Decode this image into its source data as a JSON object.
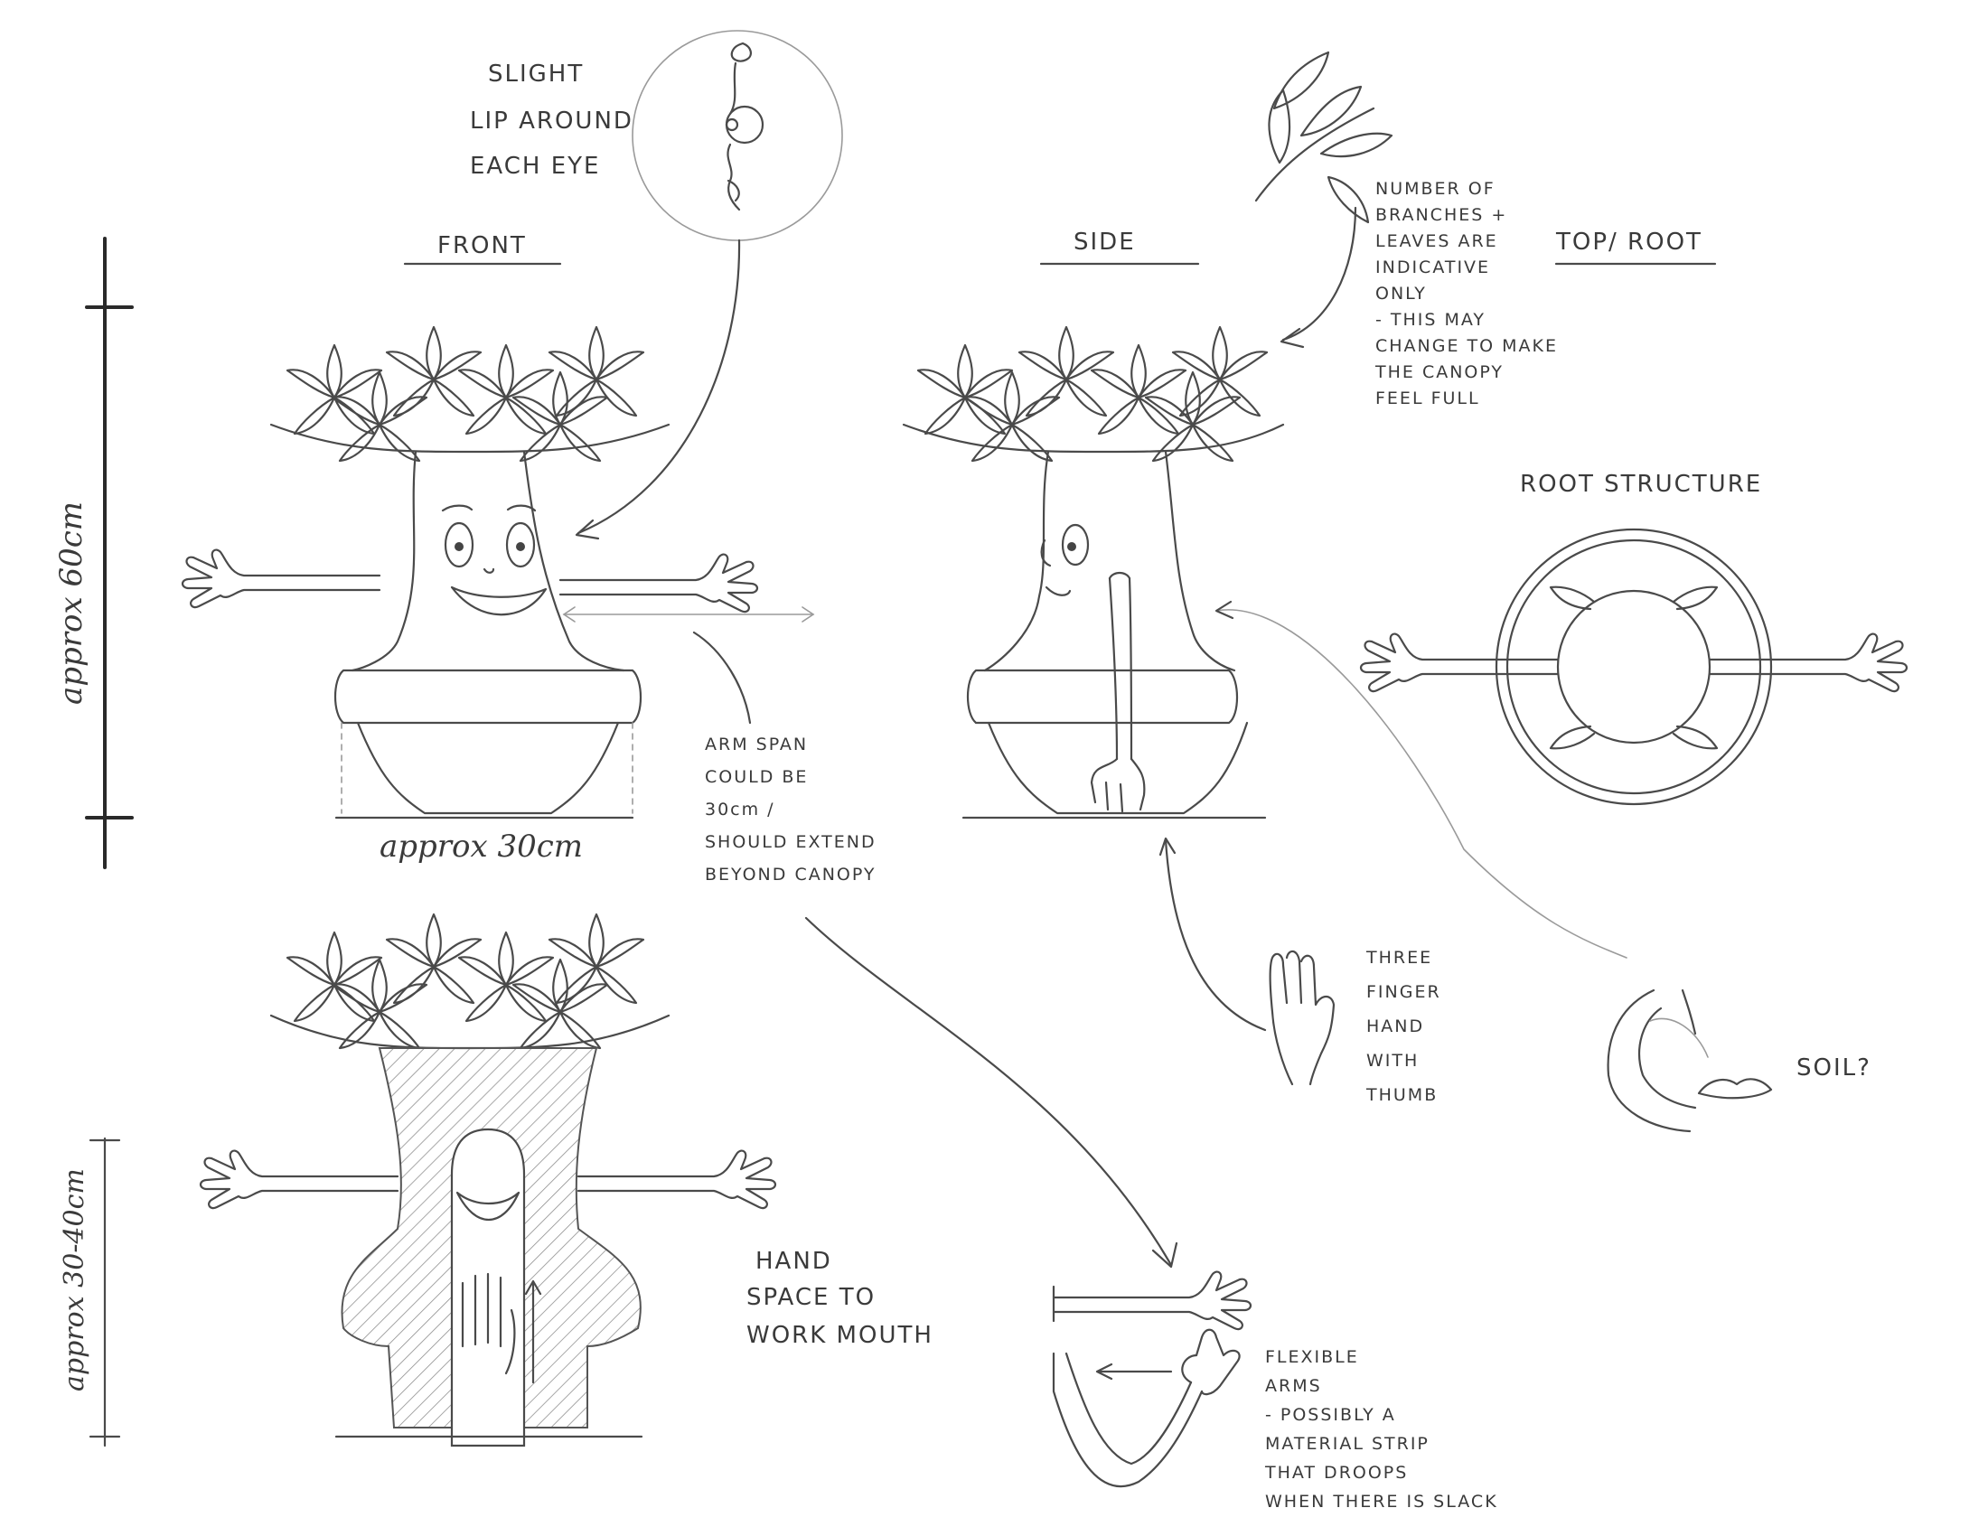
{
  "views": {
    "front": "FRONT",
    "side": "SIDE",
    "top_root": "TOP/ ROOT"
  },
  "dimensions": {
    "height_main": "approx 60cm",
    "width_base": "approx 30cm",
    "height_lower": "approx 30-40cm"
  },
  "notes": {
    "eye_lip": [
      "SLIGHT",
      "LIP AROUND",
      "EACH EYE"
    ],
    "branches": [
      "NUMBER OF",
      "BRANCHES +",
      "LEAVES ARE",
      "INDICATIVE",
      "ONLY",
      "- THIS MAY",
      "CHANGE TO MAKE",
      "THE CANOPY",
      "FEEL FULL"
    ],
    "root_structure": "ROOT STRUCTURE",
    "arm_span": [
      "ARM SPAN",
      "COULD BE",
      "30cm /",
      "SHOULD EXTEND",
      "BEYOND CANOPY"
    ],
    "three_finger": [
      "THREE",
      "FINGER",
      "HAND",
      "WITH",
      "THUMB"
    ],
    "soil": "SOIL?",
    "hand_space": [
      "HAND",
      "SPACE TO",
      "WORK MOUTH"
    ],
    "flexible_arms": [
      "FLEXIBLE",
      "ARMS",
      "- POSSIBLY A",
      "MATERIAL STRIP",
      "THAT DROOPS",
      "WHEN THERE IS SLACK"
    ]
  }
}
